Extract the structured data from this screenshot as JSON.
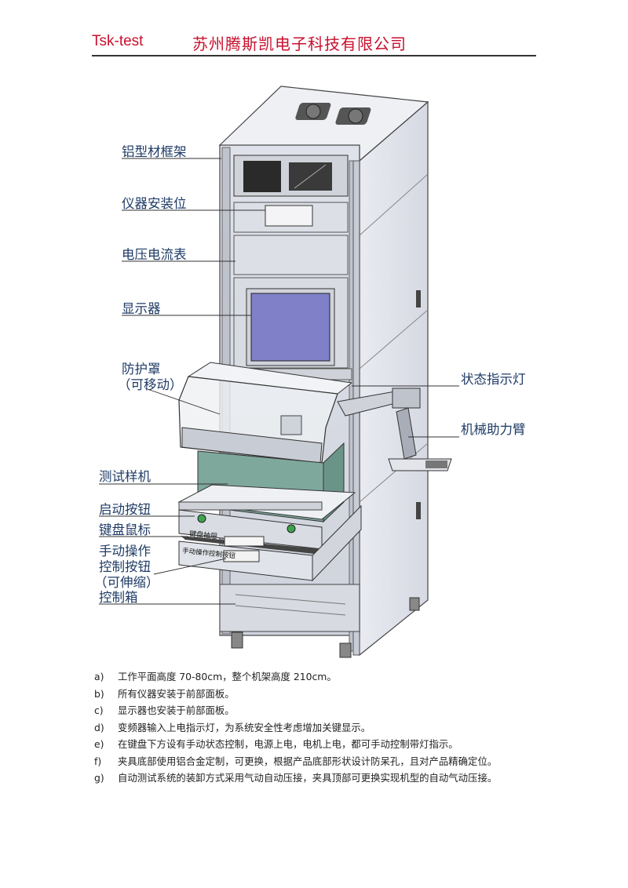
{
  "header": {
    "brand": "Tsk-test",
    "company": "苏州腾斯凯电子科技有限公司"
  },
  "figure": {
    "labels": {
      "frame": "铝型材框架",
      "instrument_bay": "仪器安装位",
      "meters": "电压电流表",
      "display": "显示器",
      "cover_1": "防护罩",
      "cover_2": "（可移动）",
      "status_light": "状态指示灯",
      "assist_arm": "机械助力臂",
      "test_sample": "测试样机",
      "start_button": "启动按钮",
      "keyboard_mouse": "键盘鼠标",
      "manual_1": "手动操作",
      "manual_2": "控制按钮",
      "manual_3": "（可伸缩）",
      "control_box": "控制箱"
    },
    "drawer_text": {
      "keyboard_drawer": "键盘抽屉",
      "manual_panel": "手动操作控制按钮"
    }
  },
  "notes": [
    {
      "marker": "a)",
      "text": "工作平面高度 70-80cm，整个机架高度 210cm。"
    },
    {
      "marker": "b)",
      "text": "所有仪器安装于前部面板。"
    },
    {
      "marker": "c)",
      "text": "显示器也安装于前部面板。"
    },
    {
      "marker": "d)",
      "text": "变频器输入上电指示灯，为系统安全性考虑增加关键显示。"
    },
    {
      "marker": "e)",
      "text": "在键盘下方设有手动状态控制，电源上电，电机上电，都可手动控制带灯指示。"
    },
    {
      "marker": "f)",
      "text": "夹具底部使用铝合金定制，可更换，根据产品底部形状设计防呆孔，且对产品精确定位。"
    },
    {
      "marker": "g)",
      "text": "自动测试系统的装卸方式采用气动自动压接，夹具顶部可更换实现机型的自动气动压接。"
    }
  ],
  "colors": {
    "brand_red": "#c8102e",
    "label_blue": "#1f3b66",
    "screen": "#8080c8",
    "sample": "#7fa89c"
  }
}
